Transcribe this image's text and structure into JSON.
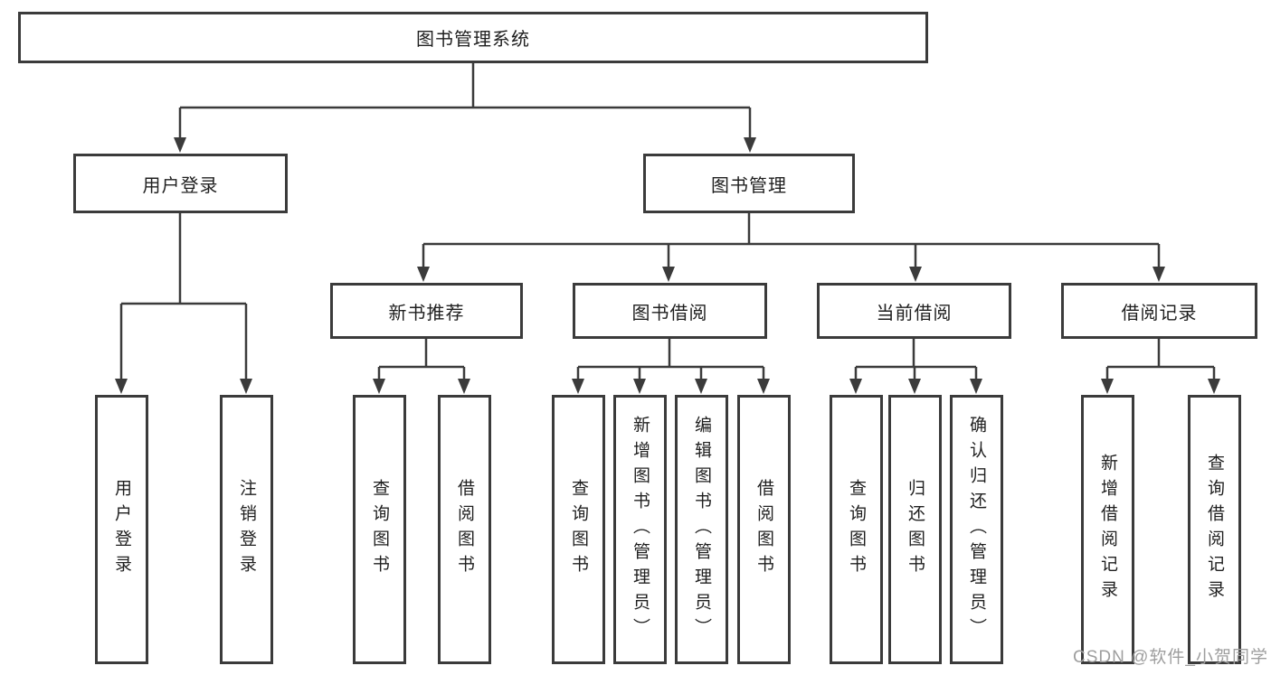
{
  "diagram": {
    "root": {
      "label": "图书管理系统"
    },
    "branches": [
      {
        "label": "用户登录",
        "children": [
          {
            "label": "用户登录"
          },
          {
            "label": "注销登录"
          }
        ]
      },
      {
        "label": "图书管理",
        "children": [
          {
            "label": "新书推荐",
            "children": [
              {
                "label": "查询图书"
              },
              {
                "label": "借阅图书"
              }
            ]
          },
          {
            "label": "图书借阅",
            "children": [
              {
                "label": "查询图书"
              },
              {
                "label": "新增图书（管理员）"
              },
              {
                "label": "编辑图书（管理员）"
              },
              {
                "label": "借阅图书"
              }
            ]
          },
          {
            "label": "当前借阅",
            "children": [
              {
                "label": "查询图书"
              },
              {
                "label": "归还图书"
              },
              {
                "label": "确认归还（管理员）"
              }
            ]
          },
          {
            "label": "借阅记录",
            "children": [
              {
                "label": "新增借阅记录"
              },
              {
                "label": "查询借阅记录"
              }
            ]
          }
        ]
      }
    ],
    "watermark": {
      "text": "CSDN @软件_小贺同学"
    },
    "colors": {
      "line": "#3b3b3b",
      "text": "#1f1f1f",
      "watermark": "#9e9e9e",
      "background": "#ffffff"
    }
  }
}
